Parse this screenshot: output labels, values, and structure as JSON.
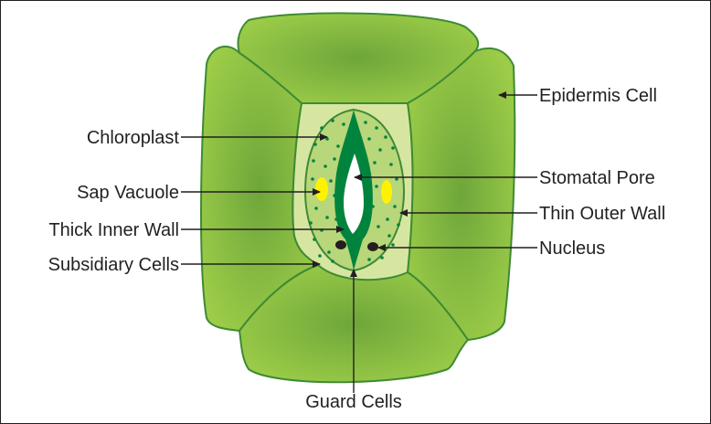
{
  "labels": {
    "epidermis_cell": "Epidermis Cell",
    "chloroplast": "Chloroplast",
    "stomatal_pore": "Stomatal Pore",
    "sap_vacuole": "Sap Vacuole",
    "thin_outer_wall": "Thin Outer Wall",
    "thick_inner_wall": "Thick Inner Wall",
    "nucleus": "Nucleus",
    "subsidiary_cells": "Subsidiary Cells",
    "guard_cells": "Guard Cells"
  },
  "colors": {
    "epidermis_fill": "#8cc63f",
    "epidermis_shade": "#6da83a",
    "outline": "#3f8a35",
    "subsidiary_fill": "#d7e6a0",
    "guard_cell_fill": "#b9d77c",
    "thick_wall": "#00843d",
    "sap_vacuole": "#fff200",
    "text": "#231f20"
  }
}
